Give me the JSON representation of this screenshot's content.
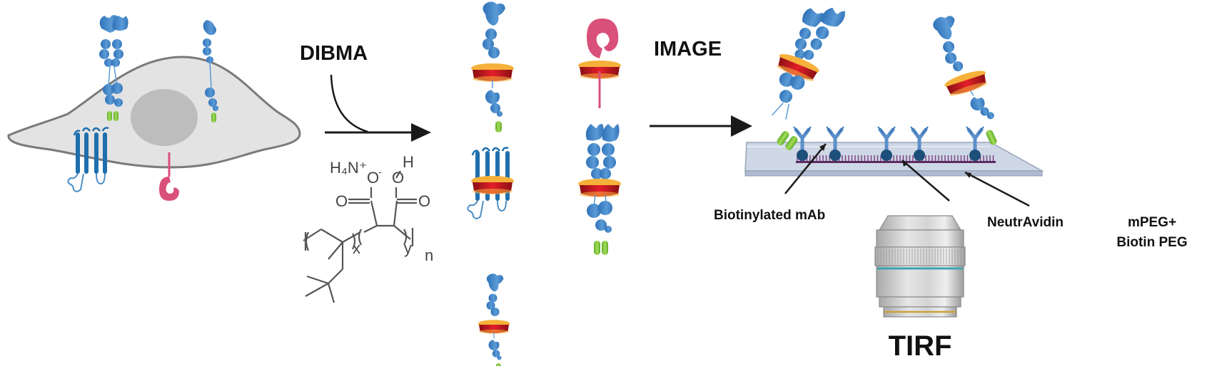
{
  "steps": {
    "dibma": "DIBMA",
    "image": "IMAGE"
  },
  "chemistry": {
    "counter_ion": "H₄N⁺",
    "carboxylate_oxygen": "O",
    "carboxylate_charge": "-",
    "hydroxyl_oxygen": "O",
    "hydroxyl_hydrogen": "H",
    "carbonyl_left": "O",
    "carbonyl_right": "O",
    "subscript_x": "x",
    "subscript_y": "y",
    "subscript_n": "n"
  },
  "callouts": {
    "biotinylated_mab": "Biotinylated mAb",
    "neutravidin": "NeutrAvidin",
    "peg_line1": "mPEG+",
    "peg_line2": "Biotin PEG"
  },
  "objective_label": "TIRF",
  "colors": {
    "cell_fill": "#e3e3e3",
    "cell_outline": "#7a7a7a",
    "nucleus": "#bdbdbd",
    "protein_blue": "#3f86c8",
    "gpcr_blue": "#1f6fae",
    "pink_protein": "#d9507a",
    "green_tag": "#7cc63e",
    "disc_red": "#c8141e",
    "disc_orange": "#f4a623",
    "glass": "#c9d3e3",
    "peg_purple": "#5b2a5e",
    "neutravidin": "#1e4e7a",
    "objective_gray": "#c8c8c8",
    "objective_teal": "#3aa6b0",
    "objective_gold": "#c9a43c",
    "arrow": "#1a1a1a"
  }
}
